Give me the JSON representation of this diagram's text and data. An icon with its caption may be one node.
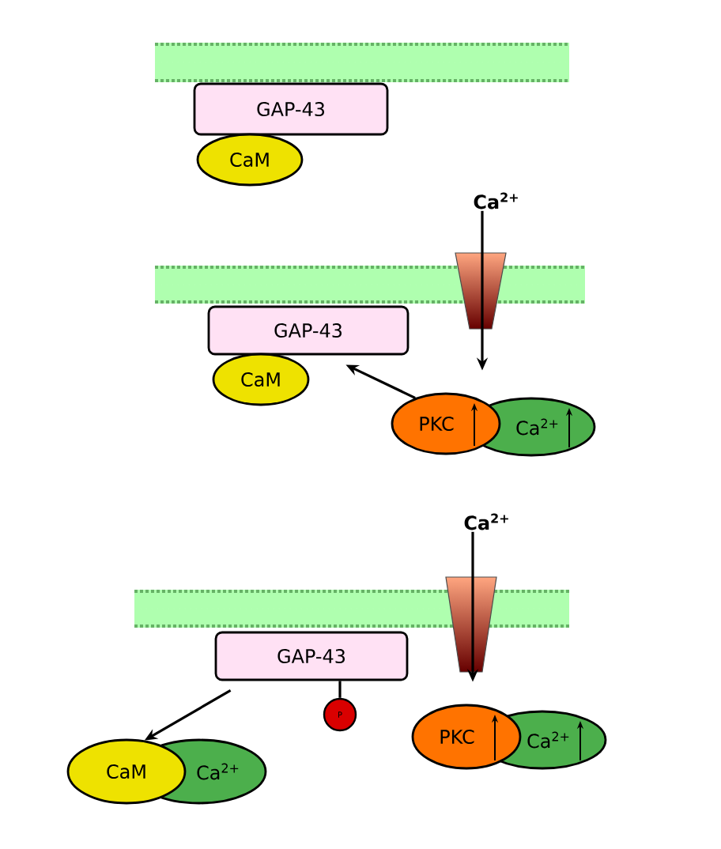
{
  "diagram": {
    "nodes": [
      {
        "text": [
          "GAP-43"
        ]
      },
      {
        "text": [
          "CaM"
        ]
      },
      {
        "text": [
          "Ca$^{2+}$"
        ]
      },
      {
        "text": [
          "GAP-43"
        ]
      },
      {
        "text": [
          "CaM"
        ]
      },
      {
        "text": [
          "PKC"
        ]
      },
      {
        "text": [
          "Ca$^{2+}$"
        ]
      },
      {
        "text": [
          "Ca$^{2+}$"
        ]
      },
      {
        "text": [
          "GAP-43"
        ]
      },
      {
        "text": [
          "P"
        ]
      },
      {
        "text": [
          "PKC"
        ]
      },
      {
        "text": [
          "Ca$^{2+}$"
        ]
      },
      {
        "text": [
          "CaM"
        ]
      },
      {
        "text": [
          "Ca$^{2+}$"
        ]
      }
    ],
    "edges": [
      {
        "from": 2,
        "to": 5,
        "arrow": "to"
      },
      {
        "from": 5,
        "to": 3,
        "arrow": "to"
      },
      {
        "from": 7,
        "to": 10,
        "arrow": "to"
      },
      {
        "from": 8,
        "to": 12,
        "arrow": "to"
      },
      {
        "from": 8,
        "to": 9,
        "arrow": "none"
      }
    ]
  }
}
